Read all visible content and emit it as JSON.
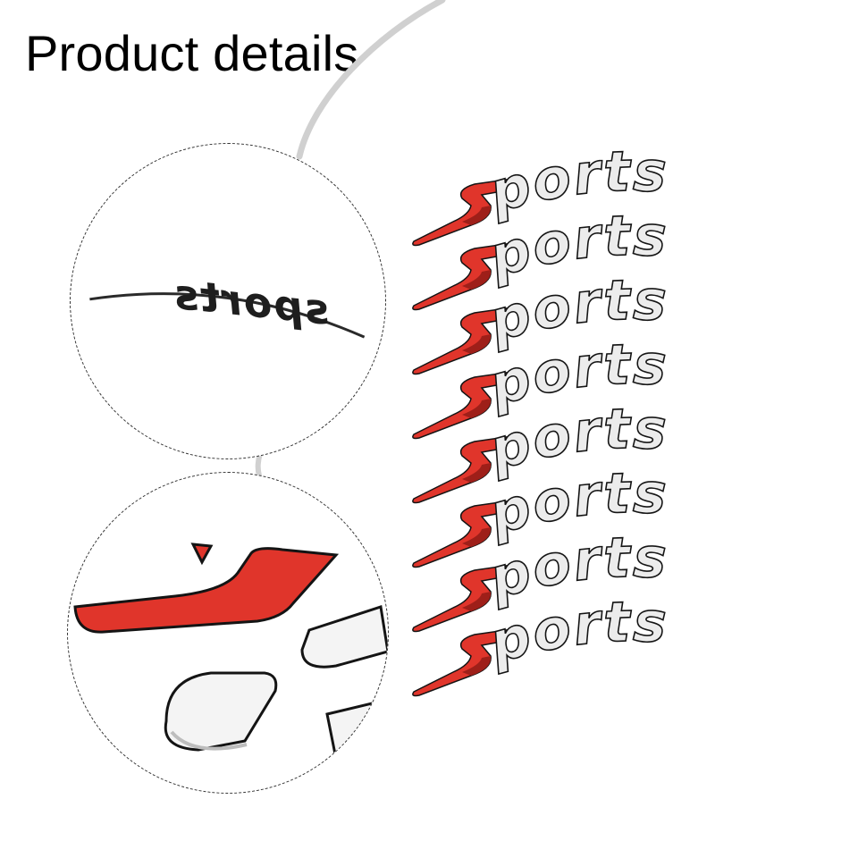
{
  "header": {
    "title": "Product details"
  },
  "detail_views": {
    "top": {
      "name": "back-side-detail",
      "text": "sports"
    },
    "bottom": {
      "name": "edge-closeup-detail"
    }
  },
  "product": {
    "sticker_text": "ports",
    "sticker_count": 8,
    "colors": {
      "accent": "#e0352b",
      "accent_dark": "#9e1f19",
      "body": "#ececec",
      "body_shadow": "#bdbdbd",
      "outline": "#141414",
      "back": "#1e1e1e"
    }
  }
}
